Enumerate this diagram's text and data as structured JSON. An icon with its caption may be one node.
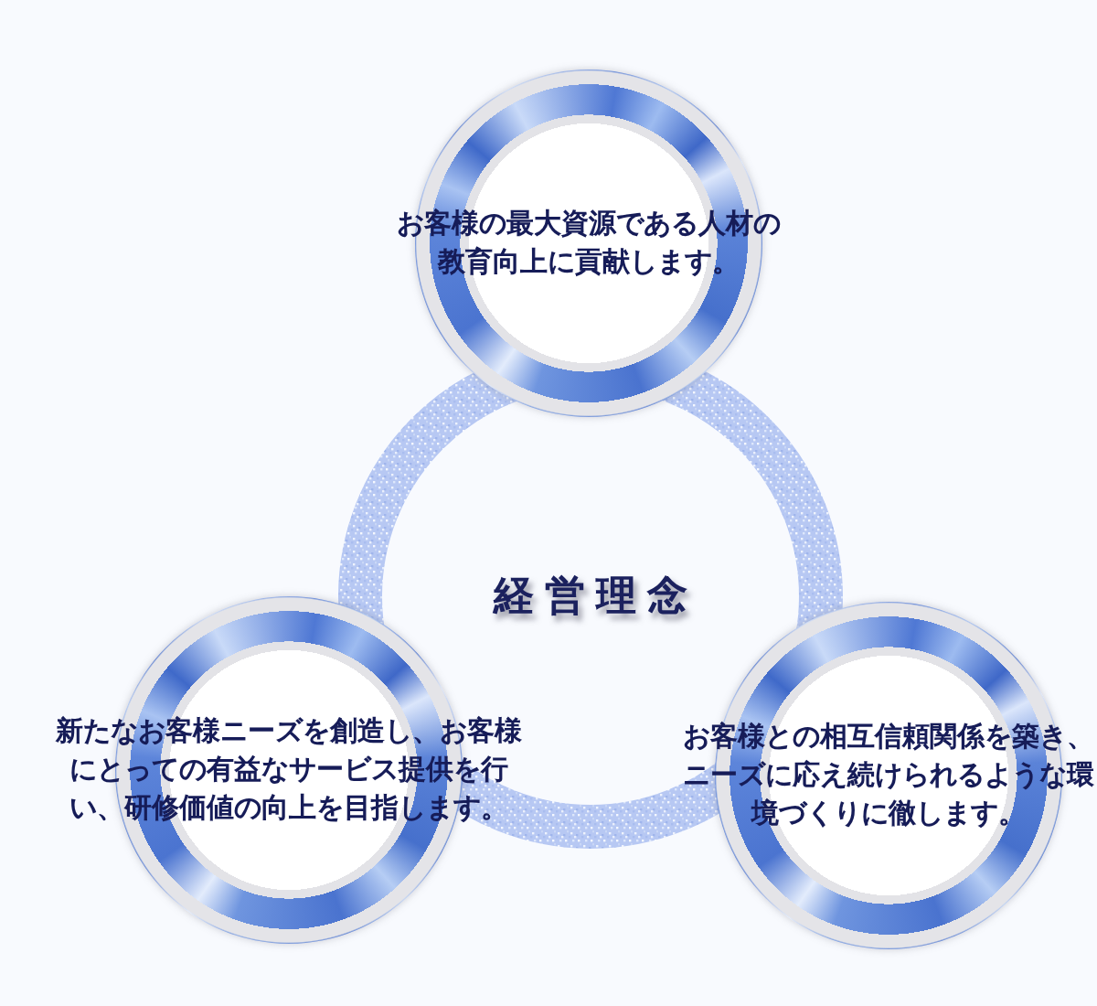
{
  "diagram": {
    "nodes": [
      {
        "text": [
          "お客様の最大資源である人材の教育向上に貢献します。"
        ]
      },
      {
        "text": [
          "経営理念"
        ]
      },
      {
        "text": [
          "新たなお客様ニーズを創造し、お客様にとっての有益なサービス提供を行い、研修価値の向上を目指します。"
        ]
      },
      {
        "text": [
          "お客様との相互信頼関係を築き、ニーズに応え続けられるような環境づくりに徹します。"
        ]
      }
    ]
  }
}
